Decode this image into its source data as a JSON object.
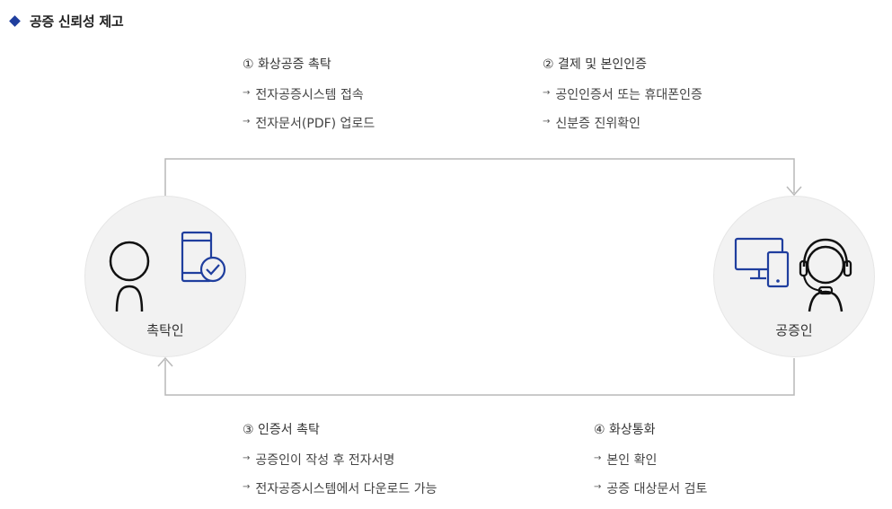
{
  "header": {
    "title": "공증 신뢰성 제고"
  },
  "participants": {
    "left": {
      "label": "촉탁인"
    },
    "right": {
      "label": "공증인"
    }
  },
  "steps": [
    {
      "title": "① 화상공증 촉탁",
      "items": [
        "전자공증시스템 접속",
        "전자문서(PDF) 업로드"
      ]
    },
    {
      "title": "② 결제 및 본인인증",
      "items": [
        "공인인증서 또는 휴대폰인증",
        "신분증 진위확인"
      ]
    },
    {
      "title": "③ 인증서 촉탁",
      "items": [
        "공증인이 작성 후 전자서명",
        "전자공증시스템에서 다운로드 가능"
      ]
    },
    {
      "title": "④ 화상통화",
      "items": [
        "본인 확인",
        "공증 대상문서 검토"
      ]
    }
  ],
  "icons": {
    "bullet": "→",
    "person": "person-outline-icon",
    "mobile_check": "mobile-check-icon",
    "devices": "devices-icon",
    "headset": "headset-agent-icon"
  },
  "colors": {
    "accent": "#1f3e9e",
    "line": "#b8b8b8",
    "circle": "#f2f2f2"
  }
}
